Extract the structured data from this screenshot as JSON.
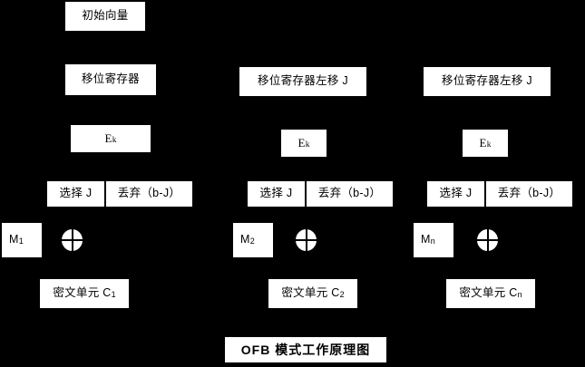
{
  "diagram": {
    "title": "OFB 模式工作原理图",
    "background_color": "#000000",
    "box_fill_color": "#ffffff",
    "text_color": "#000000",
    "iv_label": "初始向量",
    "columns": [
      {
        "id": "column-1",
        "shift_register": "移位寄存器",
        "encrypt": "E",
        "encrypt_sub": "k",
        "select": "选择 J",
        "discard": "丢弃（b-J）",
        "plaintext": "M",
        "plaintext_sub": "1",
        "xor": "xor-operator",
        "ciphertext": "密文单元 C",
        "ciphertext_sub": "1"
      },
      {
        "id": "column-2",
        "shift_register": "移位寄存器左移 J",
        "encrypt": "E",
        "encrypt_sub": "k",
        "select": "选择 J",
        "discard": "丢弃（b-J）",
        "plaintext": "M",
        "plaintext_sub": "2",
        "xor": "xor-operator",
        "ciphertext": "密文单元 C",
        "ciphertext_sub": "2"
      },
      {
        "id": "column-3",
        "shift_register": "移位寄存器左移 J",
        "encrypt": "E",
        "encrypt_sub": "k",
        "select": "选择 J",
        "discard": "丢弃（b-J）",
        "plaintext": "M",
        "plaintext_sub": "n",
        "xor": "xor-operator",
        "ciphertext": "密文单元 C",
        "ciphertext_sub": "n"
      }
    ]
  }
}
